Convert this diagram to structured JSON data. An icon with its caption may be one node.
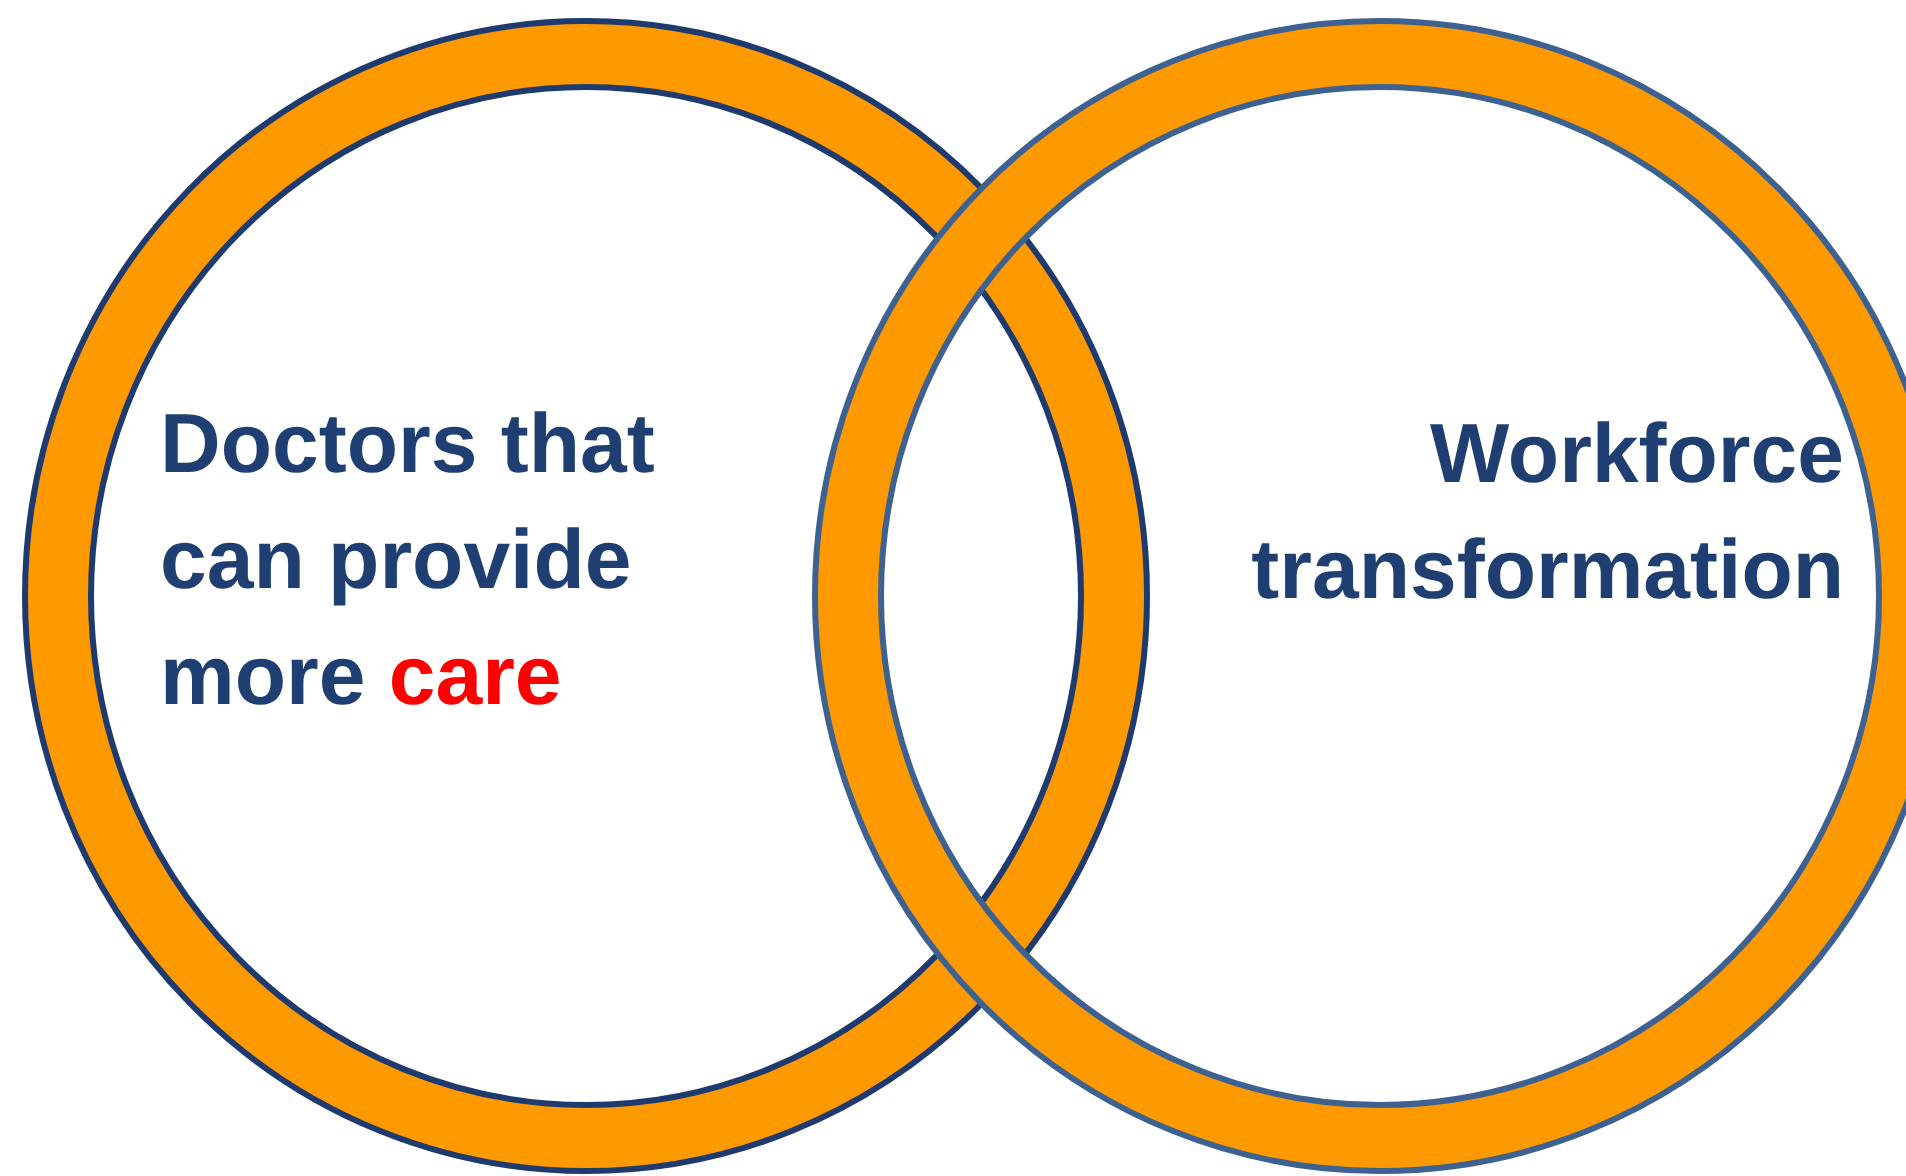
{
  "diagram": {
    "nodes": [
      {
        "text": [
          "Doctors that can provide more",
          "care"
        ]
      },
      {
        "text": [
          "Workforce transformation"
        ]
      }
    ]
  }
}
